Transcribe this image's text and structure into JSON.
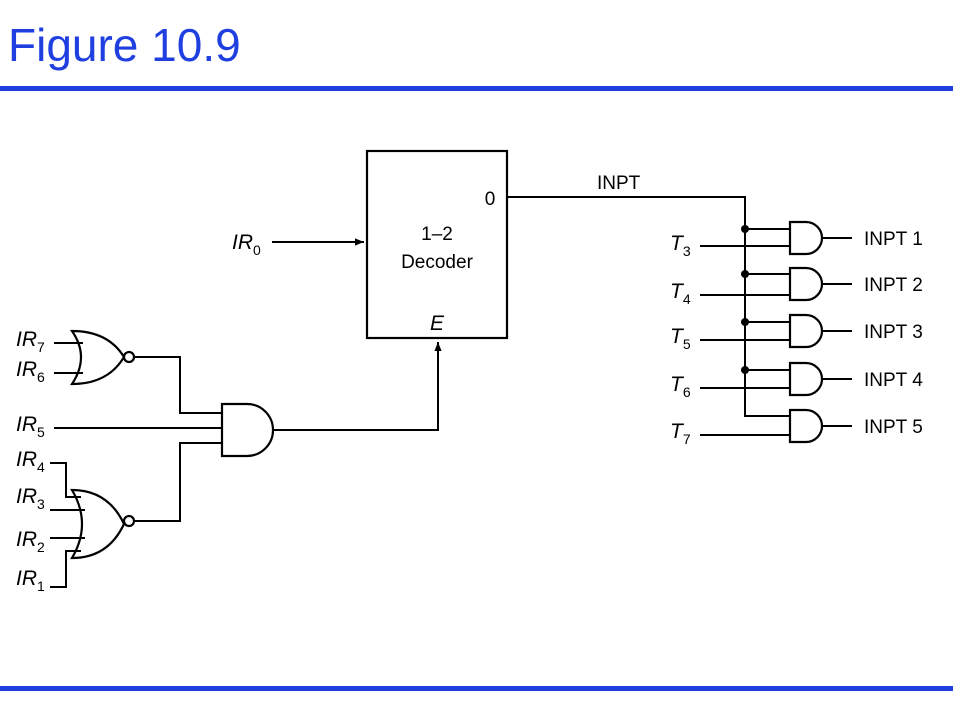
{
  "title": "Figure 10.9",
  "colors": {
    "accent": "#1f3fe0",
    "line": "#000000",
    "background": "#ffffff"
  },
  "decoder": {
    "line1": "1–2",
    "line2": "Decoder",
    "output_label": "0",
    "enable_label": "E",
    "output_signal": "INPT"
  },
  "inputs": {
    "ir0": {
      "base": "IR",
      "sub": "0"
    },
    "ir7": {
      "base": "IR",
      "sub": "7"
    },
    "ir6": {
      "base": "IR",
      "sub": "6"
    },
    "ir5": {
      "base": "IR",
      "sub": "5"
    },
    "ir4": {
      "base": "IR",
      "sub": "4"
    },
    "ir3": {
      "base": "IR",
      "sub": "3"
    },
    "ir2": {
      "base": "IR",
      "sub": "2"
    },
    "ir1": {
      "base": "IR",
      "sub": "1"
    }
  },
  "timing": [
    {
      "base": "T",
      "sub": "3"
    },
    {
      "base": "T",
      "sub": "4"
    },
    {
      "base": "T",
      "sub": "5"
    },
    {
      "base": "T",
      "sub": "6"
    },
    {
      "base": "T",
      "sub": "7"
    }
  ],
  "outputs": [
    "INPT 1",
    "INPT 2",
    "INPT 3",
    "INPT 4",
    "INPT 5"
  ]
}
